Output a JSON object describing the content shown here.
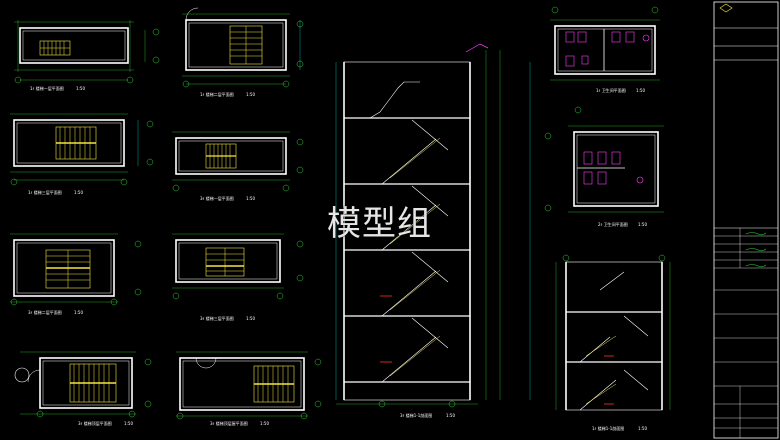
{
  "watermark": "模型组",
  "colors": {
    "wall": "#ffffff",
    "stair": "#f5e642",
    "grid": "#2fd12f",
    "dim": "#00d4d4",
    "magenta": "#ff3dff",
    "red": "#ff3030",
    "yellow": "#f5e642"
  },
  "plans": [
    {
      "id": "p1",
      "title": "1♯ 楼梯一层平面图",
      "scale": "1:50"
    },
    {
      "id": "p2",
      "title": "1♯ 楼梯二层平面图",
      "scale": "1:50"
    },
    {
      "id": "p3",
      "title": "1♯ 楼梯三层平面图",
      "scale": "1:50"
    },
    {
      "id": "p4",
      "title": "3♯ 楼梯一层平面图",
      "scale": "1:50"
    },
    {
      "id": "p5",
      "title": "3♯ 楼梯二层平面图",
      "scale": "1:50"
    },
    {
      "id": "p6",
      "title": "3♯ 楼梯三层平面图",
      "scale": "1:50"
    },
    {
      "id": "p7",
      "title": "3♯ 楼梯顶层平面图",
      "scale": "1:50"
    },
    {
      "id": "p8",
      "title": "3♯ 楼梯顶层屋平面图",
      "scale": "1:50"
    }
  ],
  "sections": [
    {
      "id": "s1",
      "title": "3♯ 楼梯1-1剖面图",
      "scale": "1:50"
    },
    {
      "id": "s2",
      "title": "1♯ 楼梯1-1剖面图",
      "scale": "1:50"
    }
  ],
  "toilets": [
    {
      "id": "t1",
      "title": "1♯ 卫生间平面图",
      "scale": "1:50"
    },
    {
      "id": "t2",
      "title": "2♯ 卫生间平面图",
      "scale": "1:50"
    }
  ]
}
